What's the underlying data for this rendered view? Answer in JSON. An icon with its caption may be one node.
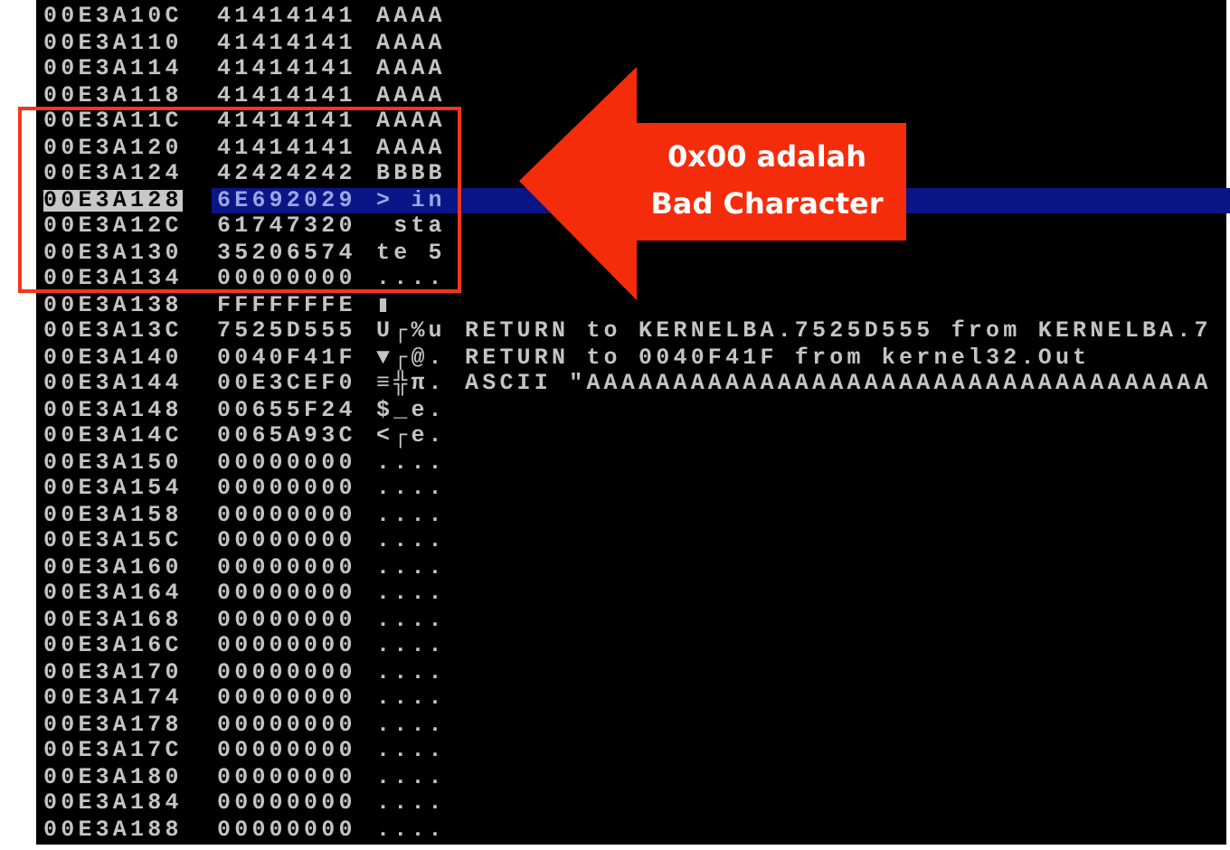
{
  "diagram": {
    "nodes": [
      {
        "text": [],
        "shape": "box"
      },
      {
        "text": [
          "0x00 adalah Bad Character"
        ]
      }
    ],
    "edges": [],
    "labels": [
      "00E3A10C",
      "41414141",
      "AAAA",
      "00E3A110",
      "41414141",
      "AAAA",
      "00E3A114",
      "41414141",
      "AAAA",
      "00E3A118",
      "41414141",
      "AAAA",
      "00E3A11C",
      "41414141",
      "AAAA",
      "00E3A120",
      "41414141",
      "AAAA",
      "00E3A124",
      "42424242",
      "BBBB",
      "00E3A128",
      "6E692029",
      "> in",
      "00E3A12C",
      "61747320",
      " sta",
      "00E3A130",
      "35206574",
      "te 5",
      "00E3A134",
      "00000000",
      "....",
      "00E3A138",
      "FFFFFFFE",
      "▮",
      "00E3A13C",
      "7525D555",
      "U┌%u",
      "RETURN to KERNELBA.7525D555 from KERNELBA.7",
      "00E3A140",
      "0040F41F",
      "▼┌@.",
      "RETURN to 0040F41F from kernel32.Out",
      "00E3A144",
      "00E3CEF0",
      "≡╬π.",
      "ASCII \"AAAAAAAAAAAAAAAAAAAAAAAAAAAAAAAAAAAA",
      "00E3A148",
      "00655F24",
      "$_e.",
      "00E3A14C",
      "0065A93C",
      "<┌e.",
      "00E3A150",
      "00000000",
      "....",
      "00E3A154",
      "00000000",
      "....",
      "00E3A158",
      "00000000",
      "....",
      "00E3A15C",
      "00000000",
      "....",
      "00E3A160",
      "00000000",
      "....",
      "00E3A164",
      "00000000",
      "....",
      "00E3A168",
      "00000000",
      "....",
      "00E3A16C",
      "00000000",
      "....",
      "00E3A170",
      "00000000",
      "....",
      "00E3A174",
      "00000000",
      "....",
      "00E3A178",
      "00000000",
      "....",
      "00E3A17C",
      "00000000",
      "....",
      "00E3A180",
      "00000000",
      "....",
      "00E3A184",
      "00000000",
      "....",
      "00E3A188",
      "00000000",
      "...."
    ]
  }
}
